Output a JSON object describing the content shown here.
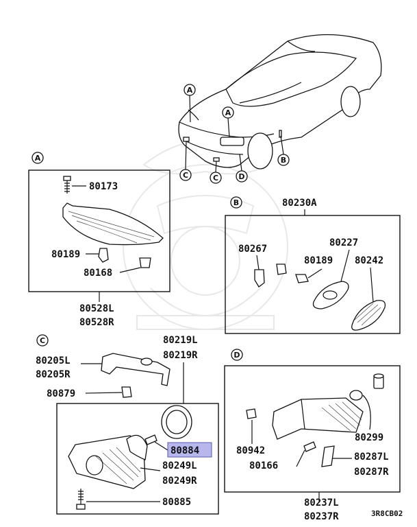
{
  "diagram_code": "3R8CB02",
  "highlight_color": "#b7b7ee",
  "sections": {
    "A": {
      "marker": "A",
      "parts": [
        "80173",
        "80189",
        "80168"
      ],
      "assembly": [
        "80528L",
        "80528R"
      ]
    },
    "B": {
      "marker": "B",
      "assembly_top": "80230A",
      "parts": [
        "80267",
        "80227",
        "80189",
        "80242"
      ]
    },
    "C": {
      "marker": "C",
      "parts_left": [
        "80205L",
        "80205R",
        "80879"
      ],
      "parts_right": [
        "80219L",
        "80219R"
      ],
      "highlighted_part": "80884",
      "lamp": [
        "80249L",
        "80249R"
      ],
      "screw": "80885"
    },
    "D": {
      "marker": "D",
      "parts": [
        "80942",
        "80166",
        "80299",
        "80287L",
        "80287R"
      ],
      "assembly": [
        "80237L",
        "80237R"
      ]
    }
  },
  "car_callouts": [
    "A",
    "A",
    "B",
    "C",
    "C",
    "D"
  ]
}
